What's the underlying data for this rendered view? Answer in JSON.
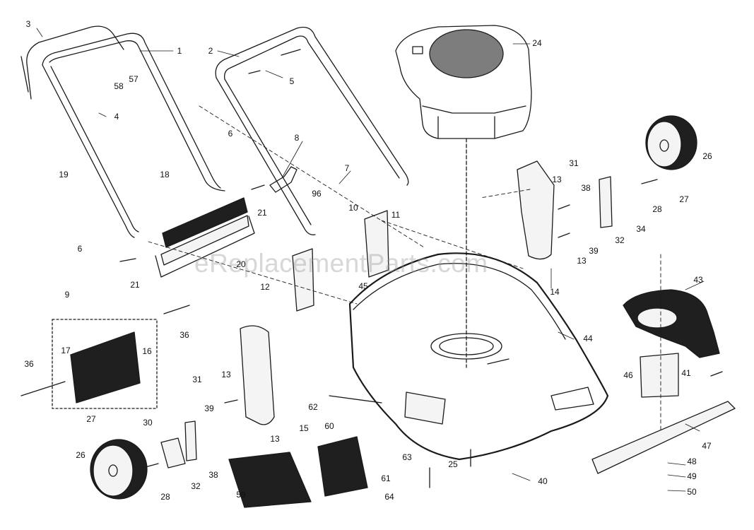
{
  "watermark": "eReplacementParts.com",
  "colors": {
    "line": "#1a1a1a",
    "part_dark": "#1f1f1f",
    "part_light": "#f4f4f4",
    "engine_texture": "#7d7d7d"
  },
  "callouts": {
    "c1": "1",
    "c2": "2",
    "c3": "3",
    "c4": "4",
    "c5": "5",
    "c6a": "6",
    "c6b": "6",
    "c7": "7",
    "c8": "8",
    "c9": "9",
    "c10": "10",
    "c11": "11",
    "c12": "12",
    "c13a": "13",
    "c13b": "13",
    "c13c": "13",
    "c13d": "13",
    "c14": "14",
    "c15": "15",
    "c16": "16",
    "c17": "17",
    "c18": "18",
    "c19": "19",
    "c20": "20",
    "c21a": "21",
    "c21b": "21",
    "c24": "24",
    "c25": "25",
    "c26a": "26",
    "c26b": "26",
    "c27a": "27",
    "c27b": "27",
    "c28a": "28",
    "c28b": "28",
    "c30": "30",
    "c31a": "31",
    "c31b": "31",
    "c32a": "32",
    "c32b": "32",
    "c34": "34",
    "c36a": "36",
    "c36b": "36",
    "c38a": "38",
    "c38b": "38",
    "c39a": "39",
    "c39b": "39",
    "c40": "40",
    "c41": "41",
    "c43": "43",
    "c44": "44",
    "c45": "45",
    "c46": "46",
    "c47": "47",
    "c48": "48",
    "c49": "49",
    "c50": "50",
    "c57": "57",
    "c58": "58",
    "c59": "59",
    "c60": "60",
    "c61": "61",
    "c62": "62",
    "c63": "63",
    "c64": "64",
    "c96": "96"
  }
}
